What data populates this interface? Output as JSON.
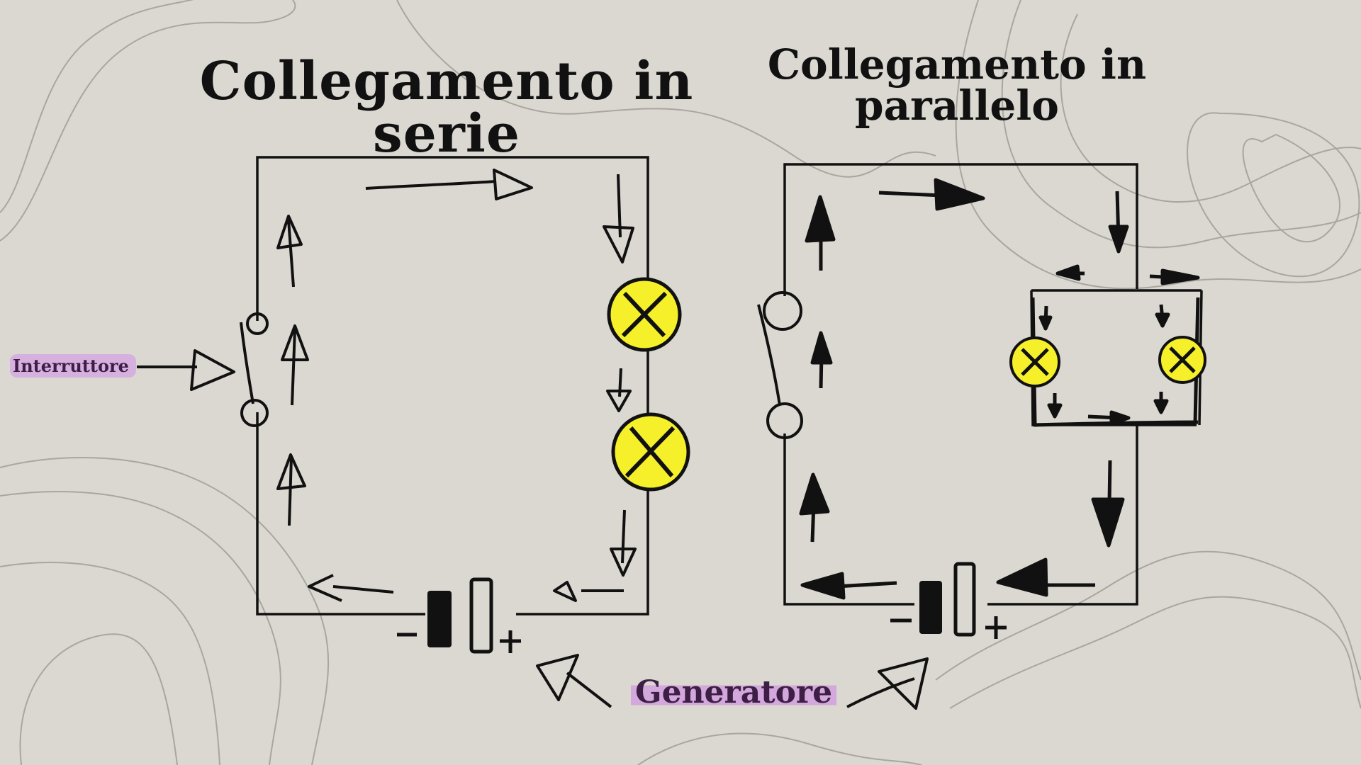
{
  "titles": {
    "series": "Collegamento in serie",
    "parallel_line1": "Collegamento in",
    "parallel_line2": "parallelo"
  },
  "labels": {
    "switch": "Interruttore",
    "generator": "Generatore"
  },
  "battery_signs": {
    "minus": "−",
    "plus": "+"
  },
  "colors": {
    "background": "#dbd7d1",
    "ink": "#111111",
    "lamp": "#f5f02a",
    "highlight": "#d6b0df",
    "contour": "#9c9993"
  }
}
